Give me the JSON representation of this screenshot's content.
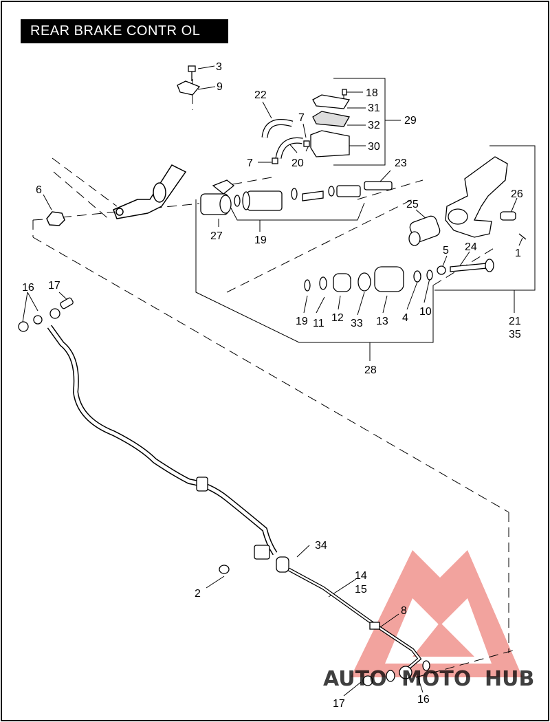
{
  "title": "REAR BRAKE CONTR OL",
  "callouts": {
    "c3": "3",
    "c9": "9",
    "c22": "22",
    "c18": "18",
    "c31": "31",
    "c29": "29",
    "c7a": "7",
    "c32": "32",
    "c30": "30",
    "c7b": "7",
    "c20": "20",
    "c23": "23",
    "c6": "6",
    "c27": "27",
    "c19a": "19",
    "c26": "26",
    "c25": "25",
    "c5": "5",
    "c24": "24",
    "c1": "1",
    "c16a": "16",
    "c17a": "17",
    "c19b": "19",
    "c11": "11",
    "c12": "12",
    "c33": "33",
    "c13": "13",
    "c4": "4",
    "c10": "10",
    "c21": "21",
    "c35": "35",
    "c28": "28",
    "c34": "34",
    "c14": "14",
    "c15": "15",
    "c2": "2",
    "c8": "8",
    "c17b": "17",
    "c16b": "16"
  },
  "watermark": {
    "part1": "AUTO",
    "part2": "MOTO",
    "part3": "HUB"
  },
  "colors": {
    "watermark_red": "#e8584f",
    "watermark_orange": "#f5a623",
    "watermark_gray": "#8a8a8a"
  }
}
